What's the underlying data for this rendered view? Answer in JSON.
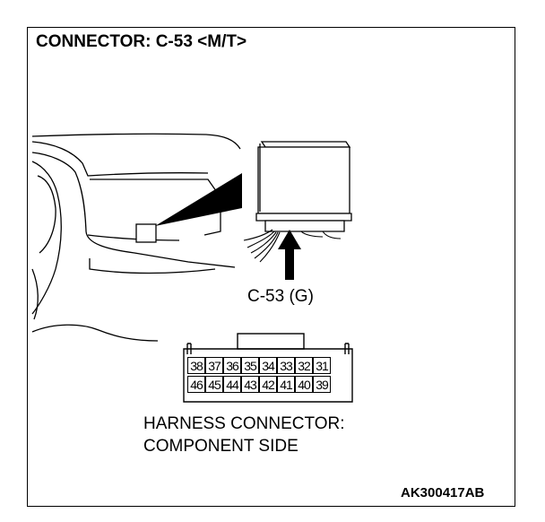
{
  "title": "CONNECTOR: C-53 <M/T>",
  "connector_label": "C-53 (G)",
  "pins_top": [
    "38",
    "37",
    "36",
    "35",
    "34",
    "33",
    "32",
    "31"
  ],
  "pins_bottom": [
    "46",
    "45",
    "44",
    "43",
    "42",
    "41",
    "40",
    "39"
  ],
  "harness_line1": "HARNESS CONNECTOR:",
  "harness_line2": "COMPONENT SIDE",
  "figure_code": "AK300417AB"
}
